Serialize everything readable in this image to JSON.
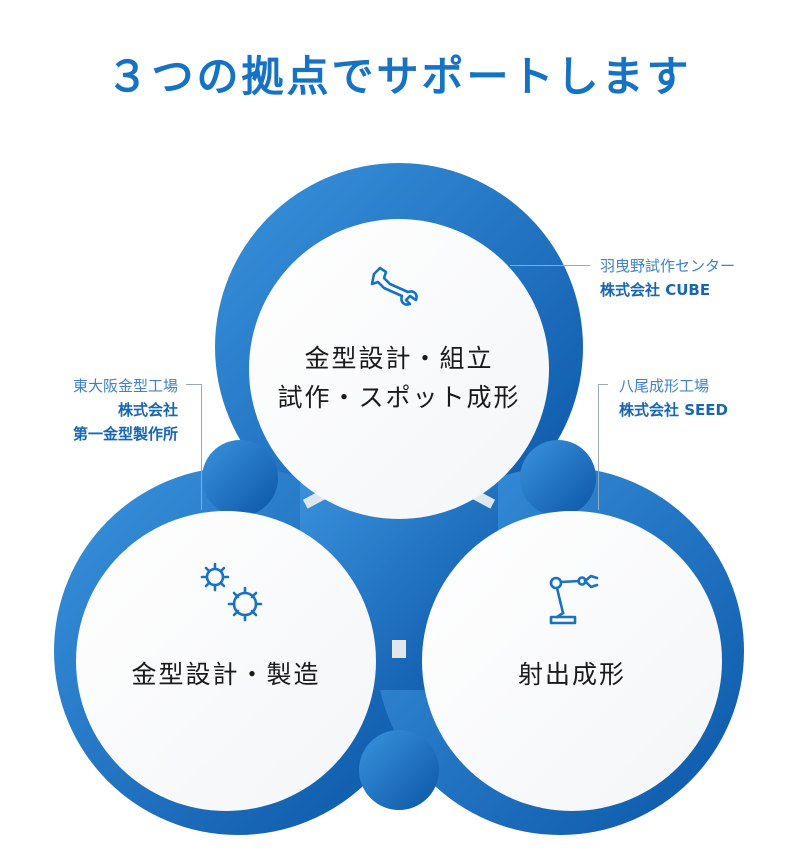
{
  "title": "３つの拠点でサポートします",
  "circles": {
    "top": {
      "line1": "金型設計・組立",
      "line2": "試作・スポット成形",
      "icon": "wrench-icon"
    },
    "bottom_left": {
      "line1": "金型設計・製造",
      "icon": "gears-icon"
    },
    "bottom_right": {
      "line1": "射出成形",
      "icon": "robot-arm-icon"
    }
  },
  "locations": {
    "top": {
      "site": "羽曳野試作センター",
      "company": "株式会社 CUBE"
    },
    "right": {
      "site": "八尾成形工場",
      "company": "株式会社 SEED"
    },
    "left": {
      "site": "東大阪金型工場",
      "company_line1": "株式会社",
      "company_line2": "第一金型製作所"
    }
  },
  "colors": {
    "brand": "#1672c4",
    "ring_light": "#2a86d4",
    "ring_dark": "#0f5fb0",
    "text": "#1a1a1a"
  }
}
